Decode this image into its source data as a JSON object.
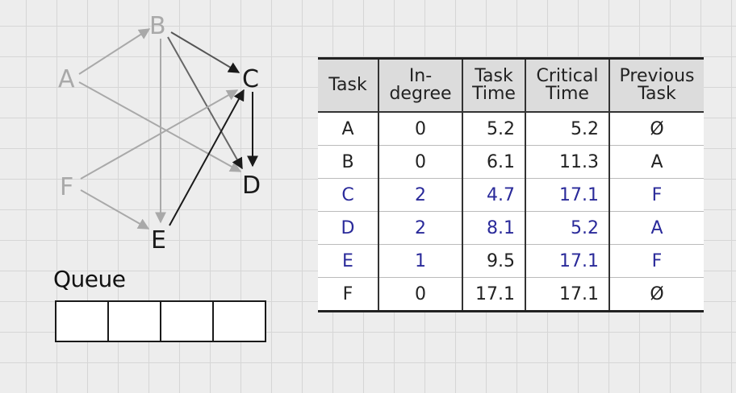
{
  "graph": {
    "nodes": {
      "A": {
        "label": "A"
      },
      "B": {
        "label": "B"
      },
      "C": {
        "label": "C"
      },
      "D": {
        "label": "D"
      },
      "E": {
        "label": "E"
      },
      "F": {
        "label": "F"
      }
    }
  },
  "queue": {
    "label": "Queue",
    "cells": [
      "",
      "",
      "",
      ""
    ]
  },
  "table": {
    "headers": [
      [
        "Task"
      ],
      [
        "In-",
        "degree"
      ],
      [
        "Task",
        "Time"
      ],
      [
        "Critical",
        "Time"
      ],
      [
        "Previous",
        "Task"
      ]
    ],
    "rows": [
      {
        "task": "A",
        "indegree": "0",
        "task_time": "5.2",
        "critical_time": "5.2",
        "previous": "Ø"
      },
      {
        "task": "B",
        "indegree": "0",
        "task_time": "6.1",
        "critical_time": "11.3",
        "previous": "A"
      },
      {
        "task": "C",
        "indegree": "2",
        "task_time": "4.7",
        "critical_time": "17.1",
        "previous": "F"
      },
      {
        "task": "D",
        "indegree": "2",
        "task_time": "8.1",
        "critical_time": "5.2",
        "previous": "A"
      },
      {
        "task": "E",
        "indegree": "1",
        "task_time": "9.5",
        "critical_time": "17.1",
        "previous": "F"
      },
      {
        "task": "F",
        "indegree": "0",
        "task_time": "17.1",
        "critical_time": "17.1",
        "previous": "Ø"
      }
    ]
  },
  "colors": {
    "highlight_text": "#2a2a9a",
    "edge_light": "#a9a9a9",
    "edge_dark": "#1a1a1a"
  }
}
